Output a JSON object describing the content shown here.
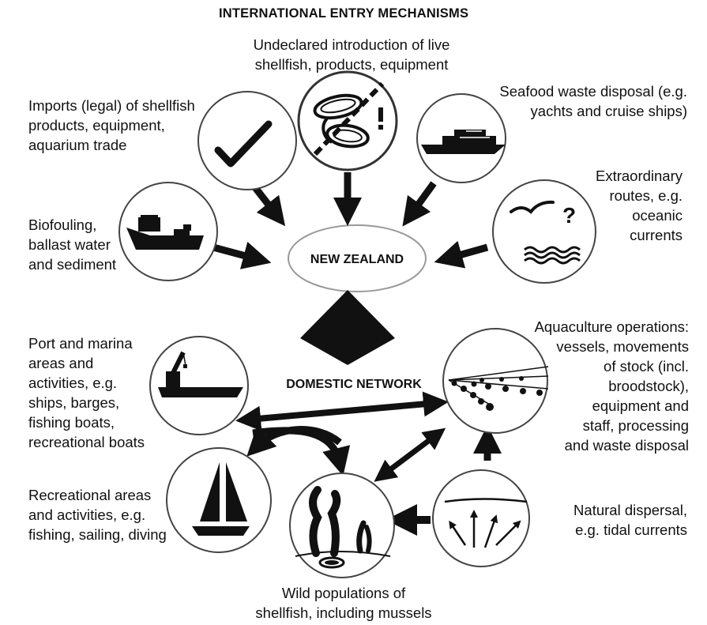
{
  "title": "INTERNATIONAL ENTRY MECHANISMS",
  "center_node": "NEW ZEALAND",
  "domestic_heading": "DOMESTIC NETWORK",
  "entry_mechanisms": {
    "undeclared": "Undeclared introduction of live\nshellfish, products, equipment",
    "imports": "Imports (legal) of shellfish\nproducts, equipment,\naquarium trade",
    "seafood_waste": "Seafood waste disposal (e.g.\nyachts and cruise ships)",
    "extraordinary": "Extraordinary\nroutes, e.g.\noceanic\ncurrents",
    "biofouling": "Biofouling,\nballast water\nand sediment"
  },
  "domestic_nodes": {
    "port": "Port and marina\nareas and\nactivities, e.g.\nships, barges,\nfishing boats,\nrecreational boats",
    "aquaculture": "Aquaculture operations:\nvessels, movements\nof stock (incl.\nbroodstock),\nequipment and\nstaff, processing\nand waste disposal",
    "recreational": "Recreational areas\nand activities, e.g.\nfishing, sailing, diving",
    "natural": "Natural dispersal,\ne.g. tidal currents",
    "wild": "Wild populations of\nshellfish, including mussels"
  },
  "icons": {
    "imports": "check-mark-icon",
    "undeclared": "crossed-out-mussels-icon",
    "seafood_waste": "cruise-ship-icon",
    "extraordinary": "seabird-waves-icon",
    "biofouling": "cargo-ship-icon",
    "port": "crane-barge-icon",
    "aquaculture": "mussel-farm-lines-icon",
    "recreational": "sailboat-icon",
    "natural": "dispersal-arrows-icon",
    "wild": "seaweed-mussel-icon"
  }
}
